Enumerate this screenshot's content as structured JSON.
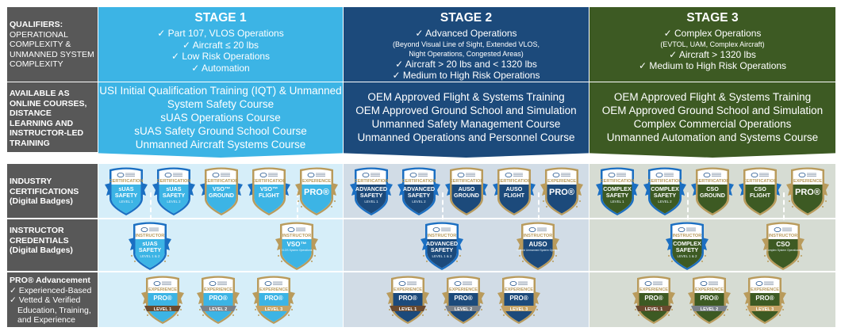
{
  "labels": {
    "qualifiers_title": "QUALIFIERS:",
    "qualifiers_body": "OPERATIONAL COMPLEXITY & UNMANNED SYSTEM COMPLEXITY",
    "training": "AVAILABLE AS ONLINE COURSES, DISTANCE LEARNING AND INSTRUCTOR-LED TRAINING",
    "industry": "INDUSTRY CERTIFICATIONS (Digital Badges)",
    "instructor": "INSTRUCTOR CREDENTIALS (Digital Badges)",
    "pro_title": "PRO® Advancement",
    "pro_items": [
      "✓ Experienced-Based",
      "✓ Vetted & Verified",
      "Education, Training,",
      "and Experience"
    ]
  },
  "colors": {
    "stage1": "#3cb4e5",
    "stage2": "#1c4a7b",
    "stage3": "#3d5a23",
    "label_bg": "#585858",
    "gold": "#b99b5c",
    "blue_border": "#1b6fc2"
  },
  "stages": [
    {
      "title": "STAGE 1",
      "qualifiers": [
        {
          "t": "✓ Part 107, VLOS Operations"
        },
        {
          "t": "✓ Aircraft ≤ 20 lbs"
        },
        {
          "t": "✓ Low Risk Operations"
        },
        {
          "t": "✓ Automation"
        }
      ],
      "training": [
        "USI Initial Qualification Training (IQT) & Unmanned",
        "System Safety Course",
        "sUAS Operations Course",
        "sUAS Safety Ground School Course",
        "Unmanned Aircraft Systems Course"
      ],
      "certifications": [
        {
          "band": "CERTIFICATION",
          "title": [
            "sUAS",
            "SAFETY"
          ],
          "sub": "LEVEL 1"
        },
        {
          "band": "CERTIFICATION",
          "title": [
            "sUAS",
            "SAFETY"
          ],
          "sub": "LEVEL 2"
        },
        {
          "band": "CERTIFICATION",
          "title": [
            "VSO™",
            "GROUND"
          ]
        },
        {
          "band": "CERTIFICATION",
          "title": [
            "VSO™",
            "FLIGHT"
          ]
        },
        {
          "band": "EXPERIENCE",
          "title": [
            "PRO®"
          ],
          "pro": true
        }
      ],
      "instructors": [
        {
          "band": "INSTRUCTOR",
          "title": [
            "sUAS",
            "SAFETY"
          ],
          "sub": "LEVEL 1 & 2"
        },
        {
          "band": "INSTRUCTOR",
          "title": [
            "VSO™"
          ],
          "sub": "VLOS System Operations"
        }
      ],
      "pro_levels": [
        {
          "band": "EXPERIENCE",
          "title": [
            "PRO®"
          ],
          "level": "LEVEL 1"
        },
        {
          "band": "EXPERIENCE",
          "title": [
            "PRO®"
          ],
          "level": "LEVEL 2"
        },
        {
          "band": "EXPERIENCE",
          "title": [
            "PRO®"
          ],
          "level": "LEVEL 3"
        }
      ]
    },
    {
      "title": "STAGE 2",
      "qualifiers": [
        {
          "t": "✓ Advanced Operations"
        },
        {
          "t": "(Beyond Visual Line of Sight, Extended VLOS,",
          "small": true
        },
        {
          "t": "Night Operations, Congested Areas)",
          "small": true
        },
        {
          "t": "✓ Aircraft > 20 lbs and < 1320 lbs"
        },
        {
          "t": "✓ Medium to High Risk Operations"
        }
      ],
      "training": [
        "OEM Approved Flight & Systems Training",
        "OEM Approved Ground School and Simulation",
        "Unmanned Safety Management Course",
        "Unmanned Operations and Personnel Course"
      ],
      "certifications": [
        {
          "band": "CERTIFICATION",
          "title": [
            "ADVANCED",
            "SAFETY"
          ],
          "sub": "LEVEL 1"
        },
        {
          "band": "CERTIFICATION",
          "title": [
            "ADVANCED",
            "SAFETY"
          ],
          "sub": "LEVEL 2"
        },
        {
          "band": "CERTIFICATION",
          "title": [
            "AUSO",
            "GROUND"
          ]
        },
        {
          "band": "CERTIFICATION",
          "title": [
            "AUSO",
            "FLIGHT"
          ]
        },
        {
          "band": "EXPERIENCE",
          "title": [
            "PRO®"
          ],
          "pro": true
        }
      ],
      "instructors": [
        {
          "band": "INSTRUCTOR",
          "title": [
            "ADVANCED",
            "SAFETY"
          ],
          "sub": "LEVEL 1 & 2"
        },
        {
          "band": "INSTRUCTOR",
          "title": [
            "AUSO"
          ],
          "sub": "Advanced Unmanned System Operations"
        }
      ],
      "pro_levels": [
        {
          "band": "EXPERIENCE",
          "title": [
            "PRO®"
          ],
          "level": "LEVEL 1"
        },
        {
          "band": "EXPERIENCE",
          "title": [
            "PRO®"
          ],
          "level": "LEVEL 2"
        },
        {
          "band": "EXPERIENCE",
          "title": [
            "PRO®"
          ],
          "level": "LEVEL 3"
        }
      ]
    },
    {
      "title": "STAGE 3",
      "qualifiers": [
        {
          "t": "✓ Complex Operations"
        },
        {
          "t": "(EVTOL, UAM, Complex Aircraft)",
          "small": true
        },
        {
          "t": "✓ Aircraft > 1320 lbs"
        },
        {
          "t": "✓ Medium to High Risk Operations"
        }
      ],
      "training": [
        "OEM Approved Flight & Systems Training",
        "OEM Approved Ground School and Simulation",
        "Complex Commercial Operations",
        "Unmanned Automation and Systems Course"
      ],
      "certifications": [
        {
          "band": "CERTIFICATION",
          "title": [
            "COMPLEX",
            "SAFETY"
          ],
          "sub": "LEVEL 1"
        },
        {
          "band": "CERTIFICATION",
          "title": [
            "COMPLEX",
            "SAFETY"
          ],
          "sub": "LEVEL 2"
        },
        {
          "band": "CERTIFICATION",
          "title": [
            "CSO",
            "GROUND"
          ]
        },
        {
          "band": "CERTIFICATION",
          "title": [
            "CSO",
            "FLIGHT"
          ]
        },
        {
          "band": "EXPERIENCE",
          "title": [
            "PRO®"
          ],
          "pro": true
        }
      ],
      "instructors": [
        {
          "band": "INSTRUCTOR",
          "title": [
            "COMPLEX",
            "SAFETY"
          ],
          "sub": "LEVEL 1 & 2"
        },
        {
          "band": "INSTRUCTOR",
          "title": [
            "CSO"
          ],
          "sub": "Complex System Operations"
        }
      ],
      "pro_levels": [
        {
          "band": "EXPERIENCE",
          "title": [
            "PRO®"
          ],
          "level": "LEVEL 1"
        },
        {
          "band": "EXPERIENCE",
          "title": [
            "PRO®"
          ],
          "level": "LEVEL 2"
        },
        {
          "band": "EXPERIENCE",
          "title": [
            "PRO®"
          ],
          "level": "LEVEL 3"
        }
      ]
    }
  ]
}
